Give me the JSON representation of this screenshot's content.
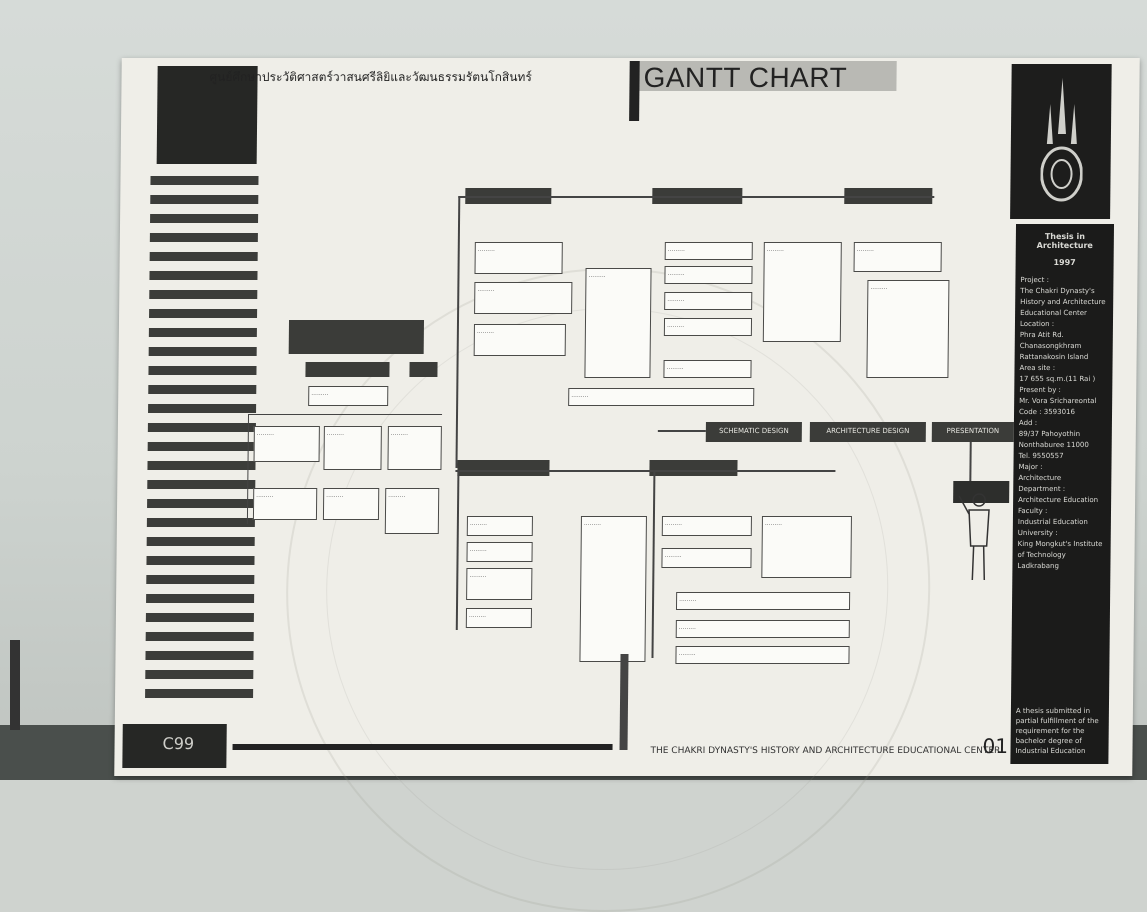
{
  "poster": {
    "institute_name": "ศูนย์ศึกษาประวัติศาสตร์วาสนศรีลิยิและวัฒนธรรมรัตนโกสินทร์",
    "title": "GANTT CHART",
    "footer_text": "THE CHAKRI DYNASTY'S HISTORY AND ARCHITECTURE EDUCATIONAL CENTER",
    "sheet_number": "01",
    "corner_code": "C99"
  },
  "sidebar": {
    "heading": "Thesis in Architecture",
    "year": "1997",
    "lines": [
      "Project :",
      "The Chakri Dynasty's",
      "History and Architecture",
      "Educational Center",
      "Location :",
      "Phra Atit Rd.",
      "Chanasongkhram",
      "Rattanakosin Island",
      "Area site :",
      "17 655 sq.m.(11 Rai )",
      "Present by :",
      "Mr. Vora Srichareontal",
      "Code : 3593016",
      "Add :",
      "89/37 Pahoyothin",
      "Nonthaburee 11000",
      "Tel. 9550557",
      "Major :",
      "Architecture",
      "Department :",
      "Architecture Education",
      "Faculty :",
      "Industrial Education",
      "University :",
      "King Mongkut's Institute",
      "of Technology Ladkrabang"
    ],
    "note": "A thesis submitted in partial fulfillment of the requirement for the bachelor degree of Industrial Education"
  },
  "chart": {
    "phases": [
      "SCHEMATIC DESIGN",
      "ARCHITECTURE DESIGN",
      "PRESENTATION"
    ]
  },
  "colors": {
    "dark_panel": "#1d1d1c",
    "stripe": "#3c3d3a",
    "board": "#efeee8",
    "title_bar": "#b9b9b4"
  }
}
